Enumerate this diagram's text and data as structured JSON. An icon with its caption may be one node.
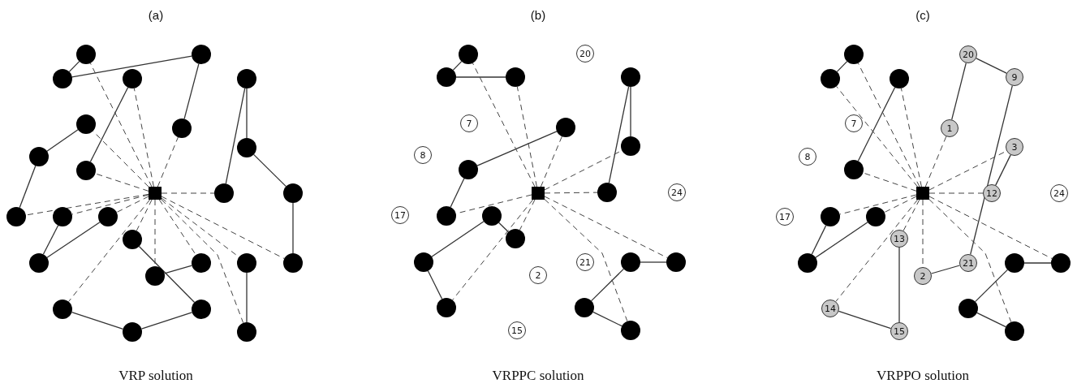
{
  "diagram": {
    "nodes": [
      {
        "text": [],
        "shape": "box"
      },
      {
        "text": [],
        "shape": "circle"
      },
      {
        "text": [],
        "shape": "circle"
      },
      {
        "text": [],
        "shape": "circle"
      },
      {
        "text": [],
        "shape": "circle"
      },
      {
        "text": [],
        "shape": "circle"
      },
      {
        "text": [],
        "shape": "circle"
      },
      {
        "text": [],
        "shape": "circle"
      },
      {
        "text": [],
        "shape": "circle"
      },
      {
        "text": [],
        "shape": "circle"
      },
      {
        "text": [],
        "shape": "circle"
      },
      {
        "text": [],
        "shape": "circle"
      },
      {
        "text": [],
        "shape": "circle"
      },
      {
        "text": [],
        "shape": "circle"
      },
      {
        "text": [],
        "shape": "circle"
      },
      {
        "text": [],
        "shape": "circle"
      },
      {
        "text": [],
        "shape": "circle"
      },
      {
        "text": [],
        "shape": "circle"
      },
      {
        "text": [],
        "shape": "circle"
      },
      {
        "text": [],
        "shape": "circle"
      },
      {
        "text": [],
        "shape": "circle"
      },
      {
        "text": [],
        "shape": "circle"
      },
      {
        "text": [],
        "shape": "circle"
      },
      {
        "text": [],
        "shape": "circle"
      },
      {
        "text": [],
        "shape": "circle"
      },
      {
        "text": [],
        "shape": "circle"
      },
      {
        "text": [],
        "shape": "box"
      },
      {
        "text": [],
        "shape": "circle"
      },
      {
        "text": [],
        "shape": "circle"
      },
      {
        "text": [],
        "shape": "circle"
      },
      {
        "text": [],
        "shape": "circle"
      },
      {
        "text": [],
        "shape": "circle"
      },
      {
        "text": [],
        "shape": "circle"
      },
      {
        "text": [],
        "shape": "circle"
      },
      {
        "text": [],
        "shape": "circle"
      },
      {
        "text": [],
        "shape": "circle"
      },
      {
        "text": [],
        "shape": "circle"
      },
      {
        "text": [],
        "shape": "circle"
      },
      {
        "text": [],
        "shape": "circle"
      },
      {
        "text": [],
        "shape": "circle"
      },
      {
        "text": [],
        "shape": "circle"
      },
      {
        "text": [],
        "shape": "circle"
      },
      {
        "text": [],
        "shape": "circle"
      },
      {
        "text": [],
        "shape": "circle"
      },
      {
        "text": [
          "20"
        ]
      },
      {
        "text": [
          "7"
        ]
      },
      {
        "text": [
          "8"
        ]
      },
      {
        "text": [
          "24"
        ]
      },
      {
        "text": [
          "17"
        ]
      },
      {
        "text": [
          "21"
        ]
      },
      {
        "text": [
          "2"
        ]
      },
      {
        "text": [
          "15"
        ]
      },
      {
        "text": [],
        "shape": "box"
      },
      {
        "text": [],
        "shape": "circle"
      },
      {
        "text": [],
        "shape": "circle"
      },
      {
        "text": [],
        "shape": "circle"
      },
      {
        "text": [],
        "shape": "circle"
      },
      {
        "text": [],
        "shape": "circle"
      },
      {
        "text": [],
        "shape": "circle"
      },
      {
        "text": [],
        "shape": "circle"
      },
      {
        "text": [],
        "shape": "circle"
      },
      {
        "text": [],
        "shape": "circle"
      },
      {
        "text": [],
        "shape": "circle"
      },
      {
        "text": [],
        "shape": "circle"
      },
      {
        "text": [
          "20"
        ]
      },
      {
        "text": [
          "9"
        ]
      },
      {
        "text": [
          "1"
        ]
      },
      {
        "text": [
          "3"
        ]
      },
      {
        "text": [
          "12"
        ]
      },
      {
        "text": [
          "13"
        ]
      },
      {
        "text": [
          "21"
        ]
      },
      {
        "text": [
          "2"
        ]
      },
      {
        "text": [
          "14"
        ]
      },
      {
        "text": [
          "15"
        ]
      },
      {
        "text": [
          "7"
        ]
      },
      {
        "text": [
          "8"
        ]
      },
      {
        "text": [
          "17"
        ]
      },
      {
        "text": [
          "24"
        ]
      }
    ],
    "edges": [
      {
        "from": 1,
        "to": 2,
        "arrow": "none"
      },
      {
        "from": 2,
        "to": 3,
        "arrow": "none"
      },
      {
        "from": 3,
        "to": 6,
        "arrow": "none"
      },
      {
        "from": 4,
        "to": 9,
        "arrow": "none"
      },
      {
        "from": 7,
        "to": 8,
        "arrow": "none"
      },
      {
        "from": 8,
        "to": 13,
        "arrow": "none"
      },
      {
        "from": 5,
        "to": 10,
        "arrow": "none"
      },
      {
        "from": 5,
        "to": 11,
        "arrow": "none"
      },
      {
        "from": 10,
        "to": 12,
        "arrow": "none"
      },
      {
        "from": 12,
        "to": 21,
        "arrow": "none"
      },
      {
        "from": 14,
        "to": 17,
        "arrow": "none"
      },
      {
        "from": 15,
        "to": 17,
        "arrow": "none"
      },
      {
        "from": 16,
        "to": 23,
        "arrow": "none"
      },
      {
        "from": 19,
        "to": 18,
        "arrow": "none"
      },
      {
        "from": 22,
        "to": 24,
        "arrow": "none"
      },
      {
        "from": 24,
        "to": 23,
        "arrow": "none"
      },
      {
        "from": 20,
        "to": 25,
        "arrow": "none"
      },
      {
        "from": 0,
        "to": 1,
        "arrow": "none",
        "style": "dashed"
      },
      {
        "from": 0,
        "to": 6,
        "arrow": "none",
        "style": "dashed"
      },
      {
        "from": 0,
        "to": 4,
        "arrow": "none",
        "style": "dashed"
      },
      {
        "from": 0,
        "to": 9,
        "arrow": "none",
        "style": "dashed"
      },
      {
        "from": 0,
        "to": 7,
        "arrow": "none",
        "style": "dashed"
      },
      {
        "from": 0,
        "to": 13,
        "arrow": "none",
        "style": "dashed"
      },
      {
        "from": 0,
        "to": 14,
        "arrow": "none",
        "style": "dashed"
      },
      {
        "from": 0,
        "to": 15,
        "arrow": "none",
        "style": "dashed"
      },
      {
        "from": 0,
        "to": 11,
        "arrow": "none",
        "style": "dashed"
      },
      {
        "from": 0,
        "to": 21,
        "arrow": "none",
        "style": "dashed"
      },
      {
        "from": 0,
        "to": 16,
        "arrow": "none",
        "style": "dashed"
      },
      {
        "from": 0,
        "to": 22,
        "arrow": "none",
        "style": "dashed"
      },
      {
        "from": 0,
        "to": 18,
        "arrow": "none",
        "style": "dashed"
      },
      {
        "from": 0,
        "to": 19,
        "arrow": "none",
        "style": "dashed"
      },
      {
        "from": 0,
        "to": 20,
        "arrow": "none",
        "style": "dashed"
      },
      {
        "from": 0,
        "to": 25,
        "arrow": "none",
        "style": "dashed"
      },
      {
        "from": 27,
        "to": 28,
        "arrow": "none"
      },
      {
        "from": 28,
        "to": 29,
        "arrow": "none"
      },
      {
        "from": 30,
        "to": 32,
        "arrow": "none"
      },
      {
        "from": 30,
        "to": 34,
        "arrow": "none"
      },
      {
        "from": 31,
        "to": 33,
        "arrow": "none"
      },
      {
        "from": 33,
        "to": 35,
        "arrow": "none"
      },
      {
        "from": 36,
        "to": 38,
        "arrow": "none"
      },
      {
        "from": 36,
        "to": 37,
        "arrow": "none"
      },
      {
        "from": 38,
        "to": 41,
        "arrow": "none"
      },
      {
        "from": 39,
        "to": 40,
        "arrow": "none"
      },
      {
        "from": 39,
        "to": 42,
        "arrow": "none"
      },
      {
        "from": 42,
        "to": 43,
        "arrow": "none"
      },
      {
        "from": 26,
        "to": 27,
        "arrow": "none",
        "style": "dashed"
      },
      {
        "from": 26,
        "to": 29,
        "arrow": "none",
        "style": "dashed"
      },
      {
        "from": 26,
        "to": 31,
        "arrow": "none",
        "style": "dashed"
      },
      {
        "from": 26,
        "to": 32,
        "arrow": "none",
        "style": "dashed"
      },
      {
        "from": 26,
        "to": 34,
        "arrow": "none",
        "style": "dashed"
      },
      {
        "from": 26,
        "to": 35,
        "arrow": "none",
        "style": "dashed"
      },
      {
        "from": 26,
        "to": 37,
        "arrow": "none",
        "style": "dashed"
      },
      {
        "from": 26,
        "to": 41,
        "arrow": "none",
        "style": "dashed"
      },
      {
        "from": 26,
        "to": 40,
        "arrow": "none",
        "style": "dashed"
      },
      {
        "from": 26,
        "to": 43,
        "arrow": "none",
        "style": "dashed"
      },
      {
        "from": 53,
        "to": 54,
        "arrow": "none"
      },
      {
        "from": 55,
        "to": 56,
        "arrow": "none"
      },
      {
        "from": 57,
        "to": 59,
        "arrow": "none"
      },
      {
        "from": 58,
        "to": 59,
        "arrow": "none"
      },
      {
        "from": 60,
        "to": 61,
        "arrow": "none"
      },
      {
        "from": 60,
        "to": 62,
        "arrow": "none"
      },
      {
        "from": 62,
        "to": 63,
        "arrow": "none"
      },
      {
        "from": 64,
        "to": 66,
        "arrow": "none"
      },
      {
        "from": 64,
        "to": 65,
        "arrow": "none"
      },
      {
        "from": 65,
        "to": 70,
        "arrow": "none"
      },
      {
        "from": 67,
        "to": 68,
        "arrow": "none"
      },
      {
        "from": 70,
        "to": 71,
        "arrow": "none"
      },
      {
        "from": 69,
        "to": 73,
        "arrow": "none"
      },
      {
        "from": 72,
        "to": 73,
        "arrow": "none"
      },
      {
        "from": 52,
        "to": 53,
        "arrow": "none",
        "style": "dashed"
      },
      {
        "from": 52,
        "to": 54,
        "arrow": "none",
        "style": "dashed"
      },
      {
        "from": 52,
        "to": 55,
        "arrow": "none",
        "style": "dashed"
      },
      {
        "from": 52,
        "to": 56,
        "arrow": "none",
        "style": "dashed"
      },
      {
        "from": 52,
        "to": 57,
        "arrow": "none",
        "style": "dashed"
      },
      {
        "from": 52,
        "to": 58,
        "arrow": "none",
        "style": "dashed"
      },
      {
        "from": 52,
        "to": 66,
        "arrow": "none",
        "style": "dashed"
      },
      {
        "from": 52,
        "to": 67,
        "arrow": "none",
        "style": "dashed"
      },
      {
        "from": 52,
        "to": 68,
        "arrow": "none",
        "style": "dashed"
      },
      {
        "from": 52,
        "to": 69,
        "arrow": "none",
        "style": "dashed"
      },
      {
        "from": 52,
        "to": 72,
        "arrow": "none",
        "style": "dashed"
      },
      {
        "from": 52,
        "to": 71,
        "arrow": "none",
        "style": "dashed"
      },
      {
        "from": 52,
        "to": 63,
        "arrow": "none",
        "style": "dashed"
      },
      {
        "from": 52,
        "to": 61,
        "arrow": "none",
        "style": "dashed"
      }
    ],
    "labels": [
      "(a)",
      "(b)",
      "(c)",
      "VRP solution",
      "VRPPC solution",
      "VRPPO solution"
    ]
  }
}
